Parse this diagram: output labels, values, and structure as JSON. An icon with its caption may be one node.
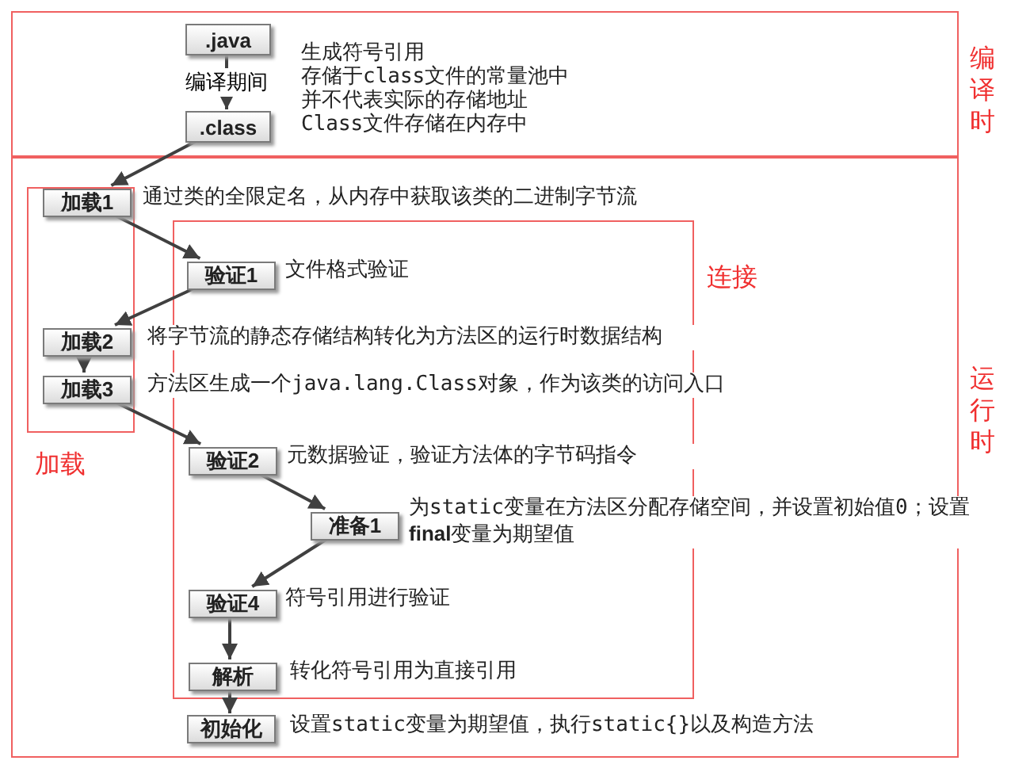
{
  "diagram": {
    "nodes": [
      {
        "text": [
          "编译时"
        ]
      },
      {
        "text": [
          ".java"
        ],
        "in": 0
      },
      {
        "text": [
          ".class"
        ],
        "in": 0
      },
      {
        "text": [
          "运行时"
        ]
      },
      {
        "text": [
          "加载"
        ],
        "in": 3
      },
      {
        "text": [
          "连接"
        ],
        "in": 3
      },
      {
        "text": [
          "加载1"
        ],
        "in": 4,
        "beside": [
          "通过类的全限定名，从内存中获取该类的二进制字节流"
        ]
      },
      {
        "text": [
          "验证1"
        ],
        "in": 5,
        "beside": [
          "文件格式验证"
        ]
      },
      {
        "text": [
          "加载2"
        ],
        "in": 4,
        "beside": [
          "将字节流的静态存储结构转化为方法区的运行时数据结构"
        ]
      },
      {
        "text": [
          "加载3"
        ],
        "in": 4,
        "beside": [
          "方法区生成一个java.lang.Class对象，作为该类的访问入口"
        ]
      },
      {
        "text": [
          "验证2"
        ],
        "in": 5,
        "beside": [
          "元数据验证，验证方法体的字节码指令"
        ]
      },
      {
        "text": [
          "准备1"
        ],
        "in": 5,
        "beside": [
          "为static变量在方法区分配存储空间，并设置初始值0；设置**final**变量为期望值"
        ]
      },
      {
        "text": [
          "验证4"
        ],
        "in": 5,
        "beside": [
          "符号引用进行验证"
        ]
      },
      {
        "text": [
          "解析"
        ],
        "in": 5,
        "beside": [
          "转化符号引用为直接引用"
        ]
      },
      {
        "text": [
          "初始化"
        ],
        "in": 3,
        "beside": [
          "设置static变量为期望值，执行static{}以及构造方法"
        ]
      }
    ],
    "edges": [
      {
        "from": 1,
        "to": 2,
        "arrow": "to",
        "label": "编译期间"
      },
      {
        "from": 2,
        "to": 6,
        "arrow": "to"
      },
      {
        "from": 6,
        "to": 7,
        "arrow": "to"
      },
      {
        "from": 7,
        "to": 8,
        "arrow": "to"
      },
      {
        "from": 8,
        "to": 9,
        "arrow": "to"
      },
      {
        "from": 9,
        "to": 10,
        "arrow": "to"
      },
      {
        "from": 10,
        "to": 11,
        "arrow": "to"
      },
      {
        "from": 11,
        "to": 12,
        "arrow": "to"
      },
      {
        "from": 12,
        "to": 13,
        "arrow": "to"
      },
      {
        "from": 13,
        "to": 14,
        "arrow": "to"
      }
    ],
    "labels": [
      "生成符号引用",
      "存储于class文件的常量池中",
      "并不代表实际的存储地址",
      "Class文件存储在内存中"
    ]
  }
}
